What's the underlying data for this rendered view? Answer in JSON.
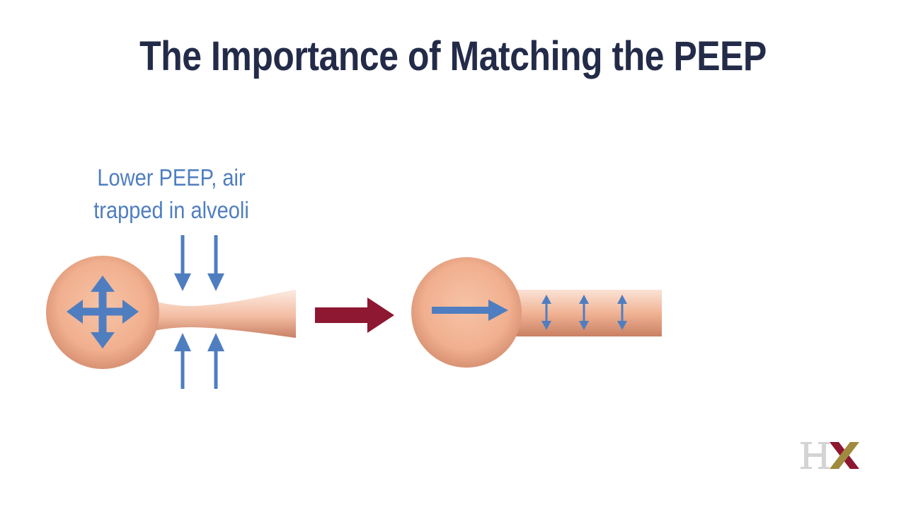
{
  "slide": {
    "title": "The Importance of Matching the PEEP"
  },
  "diagram": {
    "caption_lines": [
      "Lower PEEP, air",
      "trapped in alveoli"
    ],
    "colors": {
      "title": "#232b49",
      "caption": "#4f7ec0",
      "pressure_arrows": "#4f7ec0",
      "transition_arrow": "#8e1731",
      "alveolus": "#f2b595"
    },
    "before": {
      "alveolus": "expanded, air trapped",
      "airway": "narrowed"
    },
    "after": {
      "alveolus": "air flowing out",
      "airway": "open"
    }
  },
  "logo": {
    "letters": "HX",
    "icon": "hx-logo"
  }
}
